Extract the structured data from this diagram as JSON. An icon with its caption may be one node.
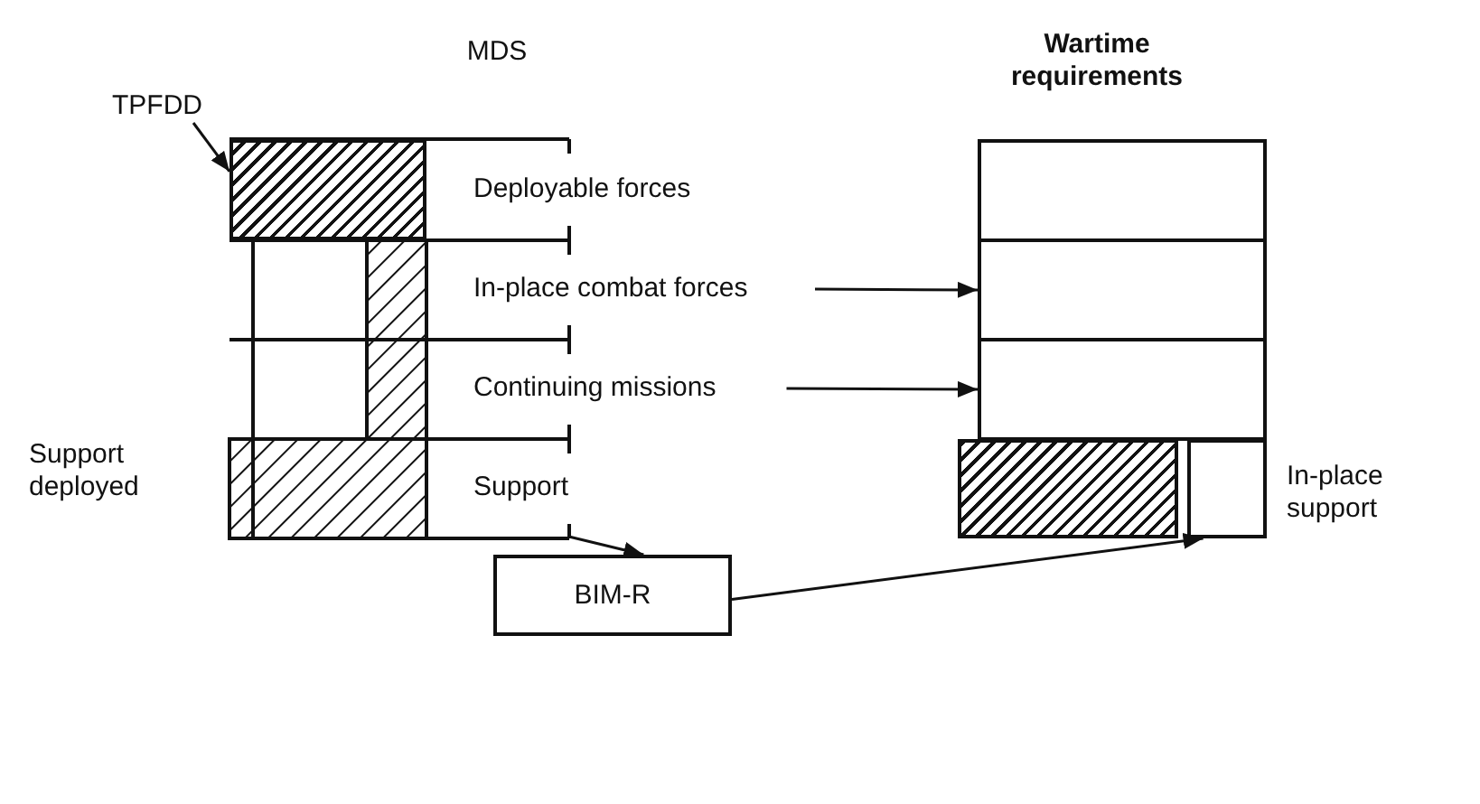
{
  "diagram": {
    "nodes": [
      {
        "text": [
          "TPFDD"
        ]
      },
      {
        "text": [],
        "shape": "box"
      },
      {
        "text": [
          "Deployable forces"
        ]
      },
      {
        "text": [
          "In-place combat forces"
        ]
      },
      {
        "text": [
          "Continuing missions"
        ]
      },
      {
        "text": [
          "Support"
        ]
      },
      {
        "text": [],
        "shape": "box"
      },
      {
        "text": [],
        "shape": "box"
      },
      {
        "text": [],
        "shape": "box"
      },
      {
        "text": [],
        "shape": "box"
      },
      {
        "text": [
          "In-place support"
        ]
      },
      {
        "text": [
          "BIM-R"
        ]
      }
    ],
    "edges": [
      {
        "from": 0,
        "to": 1,
        "arrow": "to"
      },
      {
        "from": 3,
        "to": 7,
        "arrow": "to"
      },
      {
        "from": 4,
        "to": 8,
        "arrow": "to"
      },
      {
        "from": 5,
        "to": 11,
        "arrow": "to"
      },
      {
        "from": 11,
        "to": 10,
        "arrow": "to"
      }
    ],
    "labels": [
      "MDS",
      "Wartime requirements",
      "Support deployed"
    ]
  }
}
